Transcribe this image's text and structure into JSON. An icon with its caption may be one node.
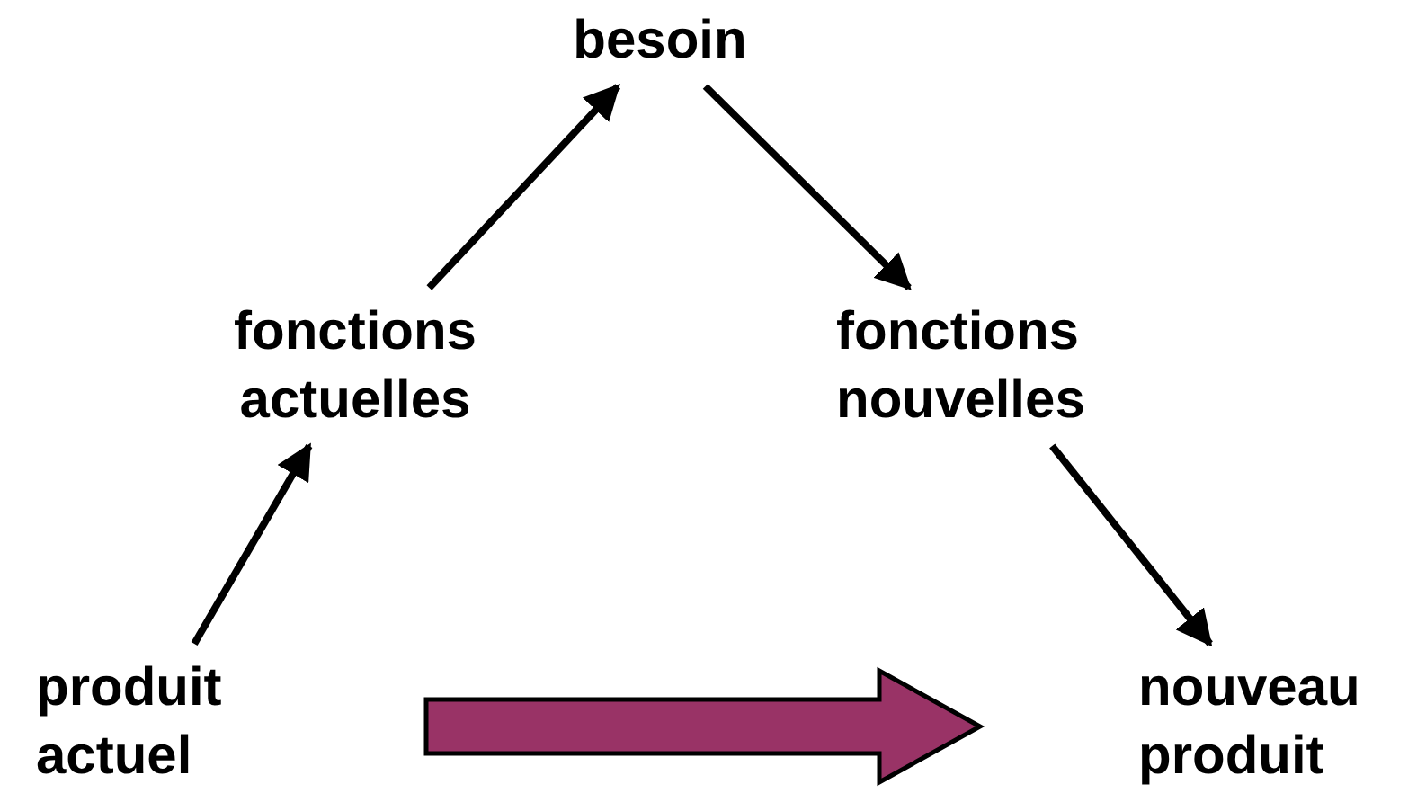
{
  "diagram": {
    "nodes": [
      {
        "text": [
          "besoin"
        ]
      },
      {
        "text": [
          "fonctions actuelles"
        ]
      },
      {
        "text": [
          "fonctions nouvelles"
        ]
      },
      {
        "text": [
          "produit actuel"
        ]
      },
      {
        "text": [
          "nouveau produit"
        ]
      }
    ],
    "edges": [
      {
        "from": 3,
        "to": 1,
        "arrow": "to"
      },
      {
        "from": 1,
        "to": 0,
        "arrow": "to"
      },
      {
        "from": 0,
        "to": 2,
        "arrow": "to"
      },
      {
        "from": 2,
        "to": 4,
        "arrow": "to"
      },
      {
        "from": 3,
        "to": 4,
        "arrow": "to",
        "style": "thick",
        "color": "#993366"
      }
    ]
  }
}
